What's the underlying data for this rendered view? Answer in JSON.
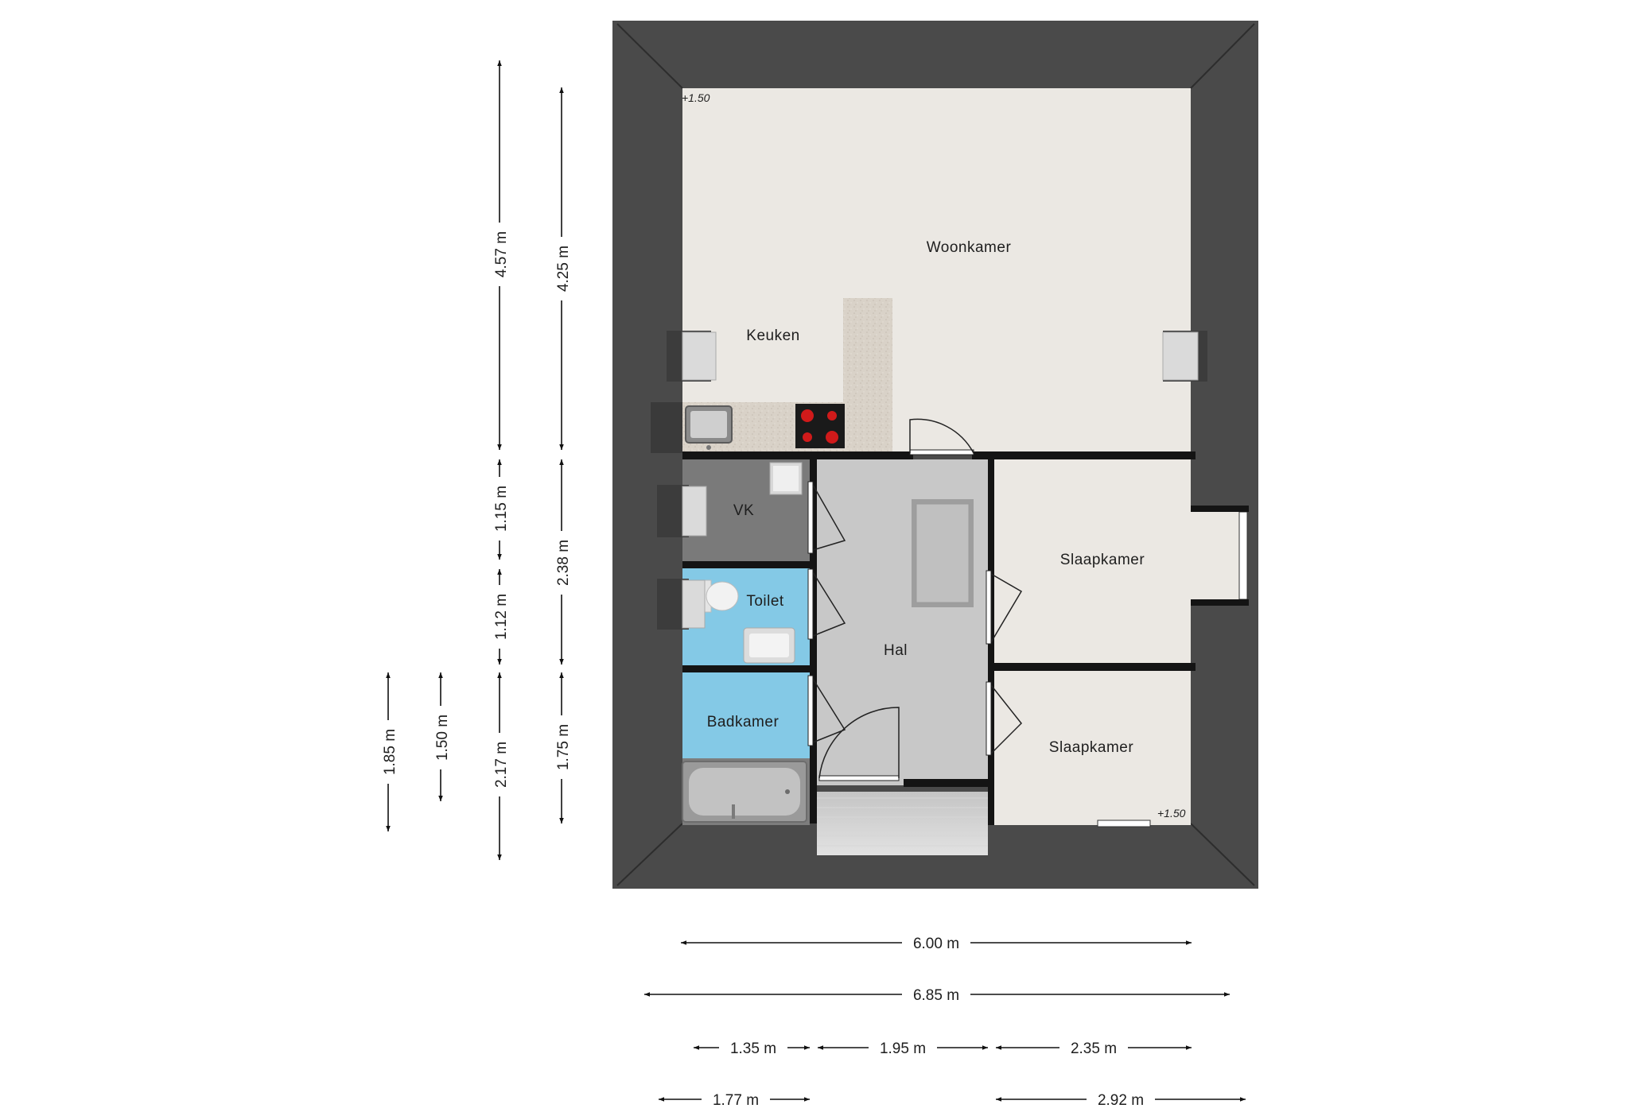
{
  "floorplan": {
    "rooms": {
      "woonkamer": "Woonkamer",
      "keuken": "Keuken",
      "vk": "VK",
      "toilet": "Toilet",
      "badkamer": "Badkamer",
      "hal": "Hal",
      "slaapkamer_1": "Slaapkamer",
      "slaapkamer_2": "Slaapkamer"
    },
    "levels": {
      "top": "+1.50",
      "bottom": "+1.50"
    }
  },
  "dimensions": {
    "vertical": {
      "d_4_57": "4.57 m",
      "d_1_15": "1.15 m",
      "d_1_12": "1.12 m",
      "d_2_17": "2.17 m",
      "d_4_25": "4.25 m",
      "d_2_38": "2.38 m",
      "d_1_75": "1.75 m",
      "d_1_85": "1.85 m",
      "d_1_50": "1.50 m"
    },
    "horizontal": {
      "d_6_00": "6.00 m",
      "d_6_85": "6.85 m",
      "d_1_35": "1.35 m",
      "d_1_95": "1.95 m",
      "d_2_35": "2.35 m",
      "d_1_77": "1.77 m",
      "d_2_92": "2.92 m"
    }
  },
  "colors": {
    "roof": "#4a4a4a",
    "floor_main": "#ebe8e3",
    "floor_hal": "#c8c8c8",
    "floor_vk": "#7a7a7a",
    "floor_wet": "#84c9e6",
    "counter": "#d6cfc5",
    "wall": "#141414"
  }
}
